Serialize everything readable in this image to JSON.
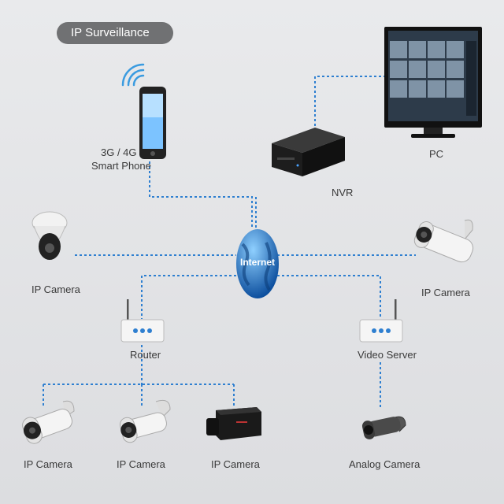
{
  "title": "IP Surveillance",
  "hub": {
    "label": "Internet"
  },
  "nodes": {
    "smartphone": {
      "label_line1": "3G / 4G",
      "label_line2": "Smart Phone",
      "icon": "smartphone-icon"
    },
    "nvr": {
      "label": "NVR",
      "icon": "nvr-icon"
    },
    "pc": {
      "label": "PC",
      "icon": "monitor-icon"
    },
    "camera_left": {
      "label": "IP Camera",
      "icon": "dome-camera-icon"
    },
    "camera_right": {
      "label": "IP Camera",
      "icon": "bullet-camera-icon"
    },
    "router": {
      "label": "Router",
      "icon": "router-icon"
    },
    "video_server": {
      "label": "Video Server",
      "icon": "video-server-icon"
    },
    "camera_bottom_1": {
      "label": "IP Camera",
      "icon": "bullet-camera-icon"
    },
    "camera_bottom_2": {
      "label": "IP Camera",
      "icon": "bullet-camera-icon"
    },
    "camera_bottom_3": {
      "label": "IP Camera",
      "icon": "box-camera-icon"
    },
    "analog_camera": {
      "label": "Analog Camera",
      "icon": "analog-camera-icon"
    }
  },
  "colors": {
    "link": "#2e7fd0",
    "background": "#e3e4e6",
    "pill": "#707173",
    "globe": "#1f6fc4"
  }
}
